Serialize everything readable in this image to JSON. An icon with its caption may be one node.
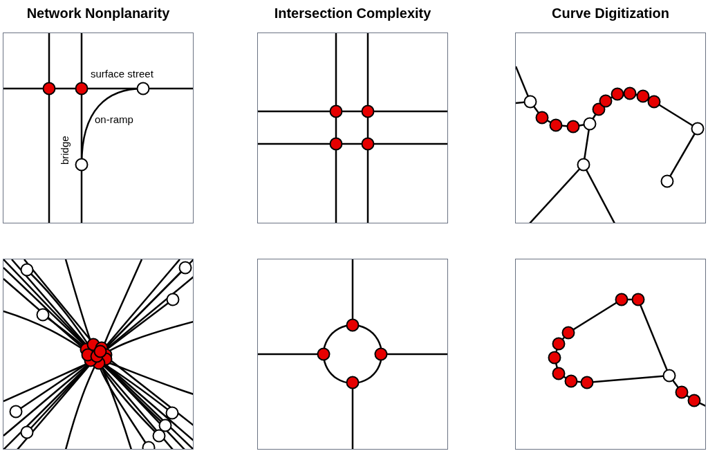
{
  "diagram": {
    "nodes": [
      {
        "text": [],
        "shape": "box"
      },
      {
        "text": [],
        "shape": "box"
      },
      {
        "text": [],
        "shape": "box"
      },
      {
        "text": [],
        "shape": "box"
      },
      {
        "text": [],
        "shape": "box"
      },
      {
        "text": [],
        "shape": "box"
      }
    ],
    "labels": [
      "Network Nonplanarity",
      "Intersection Complexity",
      "Curve Digitization",
      "surface street",
      "bridge",
      "on-ramp"
    ]
  }
}
